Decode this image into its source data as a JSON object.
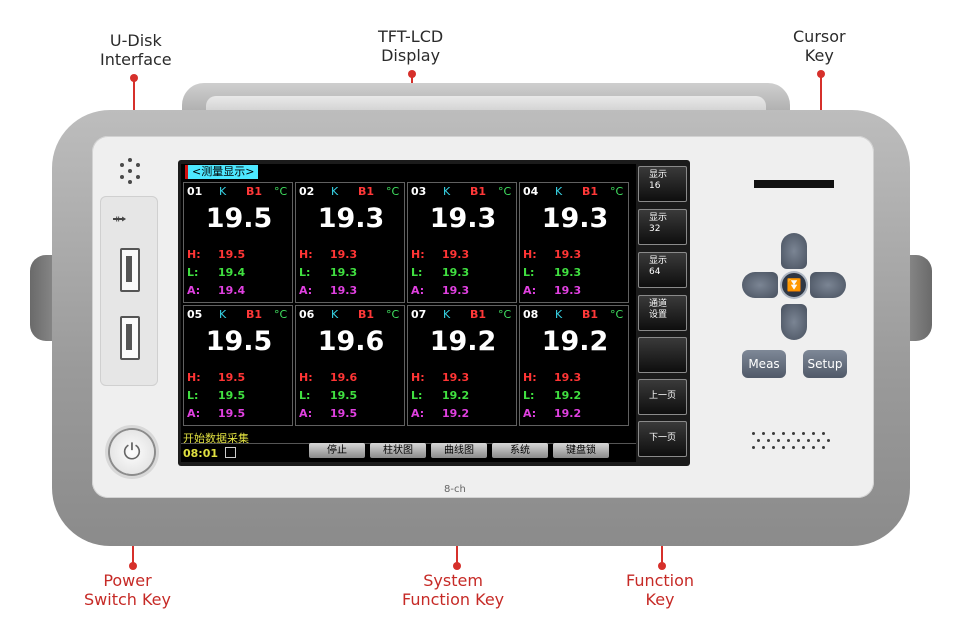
{
  "callouts": {
    "udisk": [
      "U-Disk",
      "Interface"
    ],
    "display": [
      "TFT-LCD",
      "Display"
    ],
    "cursor": [
      "Cursor",
      "Key"
    ],
    "power": [
      "Power",
      "Switch Key"
    ],
    "system": [
      "System",
      "Function Key"
    ],
    "function": [
      "Function",
      "Key"
    ]
  },
  "screen": {
    "title": "<测量显示>",
    "channels": [
      {
        "num": "01",
        "type": "K",
        "unit_code": "B1",
        "unit": "°C",
        "value": "19.5",
        "h": "19.5",
        "l": "19.4",
        "a": "19.4"
      },
      {
        "num": "02",
        "type": "K",
        "unit_code": "B1",
        "unit": "°C",
        "value": "19.3",
        "h": "19.3",
        "l": "19.3",
        "a": "19.3"
      },
      {
        "num": "03",
        "type": "K",
        "unit_code": "B1",
        "unit": "°C",
        "value": "19.3",
        "h": "19.3",
        "l": "19.3",
        "a": "19.3"
      },
      {
        "num": "04",
        "type": "K",
        "unit_code": "B1",
        "unit": "°C",
        "value": "19.3",
        "h": "19.3",
        "l": "19.3",
        "a": "19.3"
      },
      {
        "num": "05",
        "type": "K",
        "unit_code": "B1",
        "unit": "°C",
        "value": "19.5",
        "h": "19.5",
        "l": "19.5",
        "a": "19.5"
      },
      {
        "num": "06",
        "type": "K",
        "unit_code": "B1",
        "unit": "°C",
        "value": "19.6",
        "h": "19.6",
        "l": "19.5",
        "a": "19.5"
      },
      {
        "num": "07",
        "type": "K",
        "unit_code": "B1",
        "unit": "°C",
        "value": "19.2",
        "h": "19.3",
        "l": "19.2",
        "a": "19.2"
      },
      {
        "num": "08",
        "type": "K",
        "unit_code": "B1",
        "unit": "°C",
        "value": "19.2",
        "h": "19.3",
        "l": "19.2",
        "a": "19.2"
      }
    ],
    "stat_labels": {
      "h": "H:",
      "l": "L:",
      "a": "A:"
    },
    "status": "开始数据采集",
    "time": "08:01",
    "system_keys": [
      "停止",
      "柱状图",
      "曲线图",
      "系统",
      "键盘锁"
    ],
    "function_keys": [
      [
        "显示",
        "16"
      ],
      [
        "显示",
        "32"
      ],
      [
        "显示",
        "64"
      ],
      [
        "通道",
        "设置"
      ],
      [
        "",
        ""
      ],
      [
        "上一页",
        ""
      ],
      [
        "下一页",
        ""
      ]
    ]
  },
  "device": {
    "model_label": "8-ch",
    "meas_label": "Meas",
    "setup_label": "Setup",
    "power_icon": "power-icon",
    "usb_icon": "usb-icon",
    "enter_icon": "double-chevron-down-icon"
  },
  "colors": {
    "callout_red": "#c62a26",
    "title_bar": "#4de8ff",
    "high": "#ff3535",
    "low": "#40e040",
    "avg": "#e040e0"
  }
}
